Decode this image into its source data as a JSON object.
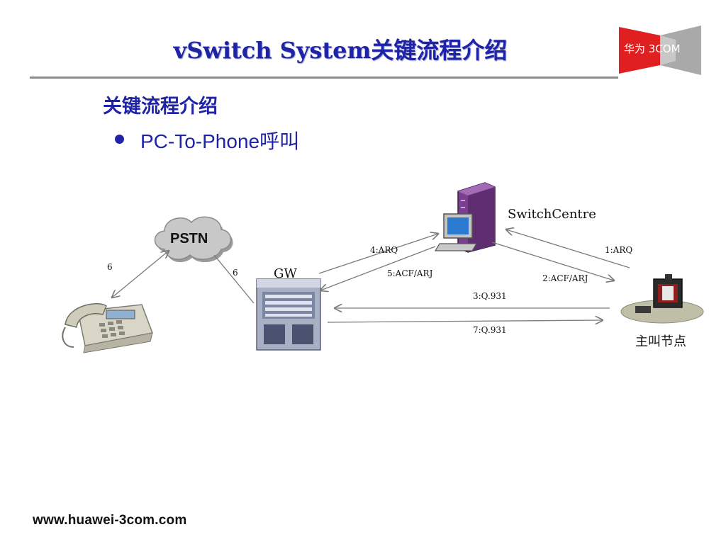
{
  "slide": {
    "title": "vSwitch System关键流程介绍",
    "heading": "关键流程介绍",
    "bullet": "PC-To-Phone呼叫",
    "footer": "www.huawei-3com.com"
  },
  "logo": {
    "text": "华为 3COM",
    "colors": {
      "red": "#e02020",
      "gray": "#a9a9a9"
    }
  },
  "nodes": {
    "pstn": "PSTN",
    "gw": "GW",
    "switch_centre": "SwitchCentre",
    "caller_node": "主叫节点"
  },
  "links": {
    "pstn_phone": "6",
    "pstn_gw": "6",
    "arq_caller": "1:ARQ",
    "acf_caller": "2:ACF/ARJ",
    "q931_to_gw": "3:Q.931",
    "arq_gw": "4:ARQ",
    "acf_gw": "5:ACF/ARJ",
    "q931_to_caller": "7:Q.931"
  },
  "colors": {
    "text_blue": "#1f24a6",
    "rule_gray": "#8c8c8c",
    "server_purple": "#7a3f8f"
  }
}
